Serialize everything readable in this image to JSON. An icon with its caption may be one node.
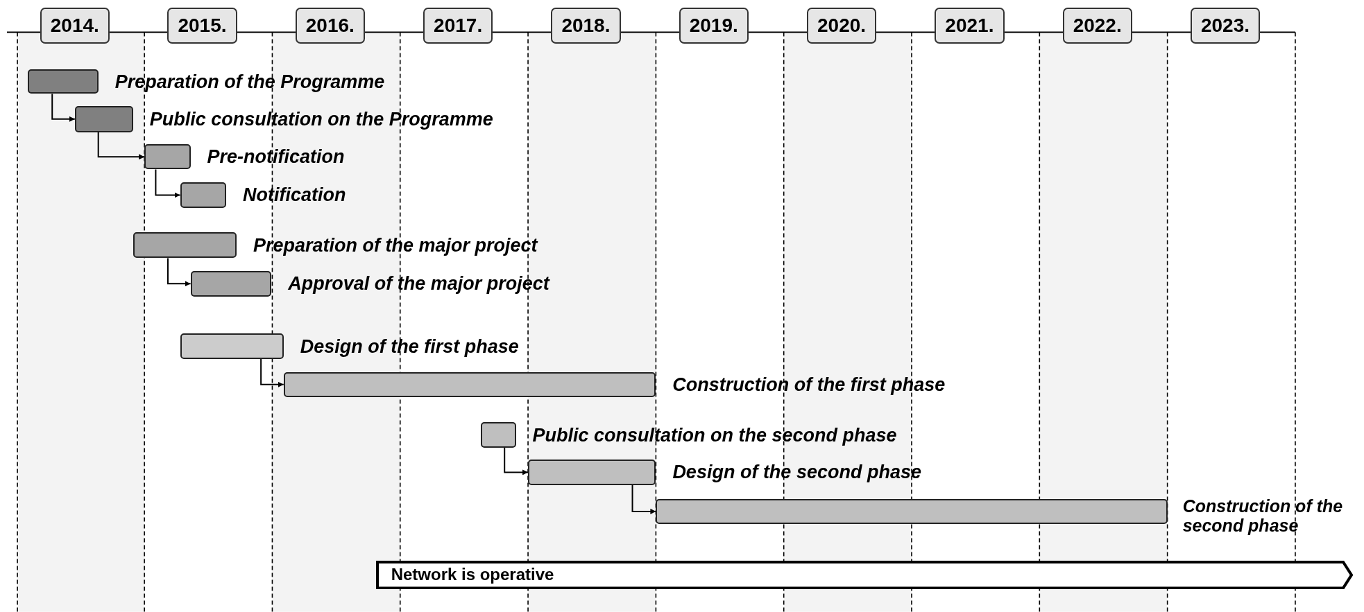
{
  "diagram": {
    "nodes": [
      {
        "text": [
          "2014."
        ]
      },
      {
        "text": [
          "2015."
        ]
      },
      {
        "text": [
          "2016."
        ]
      },
      {
        "text": [
          "2017."
        ]
      },
      {
        "text": [
          "2018."
        ]
      },
      {
        "text": [
          "2019."
        ]
      },
      {
        "text": [
          "2020."
        ]
      },
      {
        "text": [
          "2021."
        ]
      },
      {
        "text": [
          "2022."
        ]
      },
      {
        "text": [
          "2023."
        ]
      },
      {
        "text": [],
        "shape": "bar",
        "beside": [
          "Preparation of the Programme"
        ]
      },
      {
        "text": [],
        "shape": "bar",
        "beside": [
          "Public consultation on the Programme"
        ]
      },
      {
        "text": [],
        "shape": "bar",
        "beside": [
          "Pre-notification"
        ]
      },
      {
        "text": [],
        "shape": "bar",
        "beside": [
          "Notification"
        ]
      },
      {
        "text": [],
        "shape": "bar",
        "beside": [
          "Preparation of the major project"
        ]
      },
      {
        "text": [],
        "shape": "bar",
        "beside": [
          "Approval of the major project"
        ]
      },
      {
        "text": [],
        "shape": "bar",
        "beside": [
          "Design of the first phase"
        ]
      },
      {
        "text": [],
        "shape": "bar",
        "beside": [
          "Construction of the first phase"
        ]
      },
      {
        "text": [],
        "shape": "bar",
        "beside": [
          "Public consultation on the second phase"
        ]
      },
      {
        "text": [],
        "shape": "bar",
        "beside": [
          "Design of the second phase"
        ]
      },
      {
        "text": [],
        "shape": "bar",
        "beside": [
          "Construction of the second phase"
        ]
      },
      {
        "text": [
          "Network is operative"
        ]
      }
    ],
    "edges": [
      {
        "from": 10,
        "to": 11,
        "arrow": "to"
      },
      {
        "from": 11,
        "to": 12,
        "arrow": "to"
      },
      {
        "from": 12,
        "to": 13,
        "arrow": "to"
      },
      {
        "from": 14,
        "to": 15,
        "arrow": "to"
      },
      {
        "from": 16,
        "to": 17,
        "arrow": "to"
      },
      {
        "from": 18,
        "to": 19,
        "arrow": "to"
      },
      {
        "from": 19,
        "to": 20,
        "arrow": "to"
      }
    ]
  }
}
